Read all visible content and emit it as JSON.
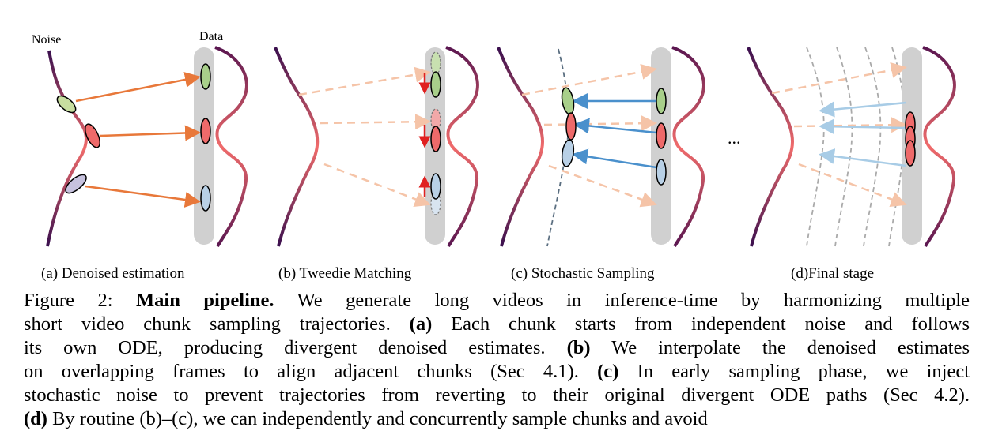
{
  "figure": {
    "noise_label": "Noise",
    "data_label": "Data",
    "ellipsis": "...",
    "panels": [
      {
        "label": "(a) Denoised estimation"
      },
      {
        "label": "(b) Tweedie Matching"
      },
      {
        "label": "(c) Stochastic Sampling"
      },
      {
        "label": "(d)Final stage"
      }
    ]
  },
  "caption": {
    "lead": "Figure 2:",
    "title": "Main pipeline.",
    "lines": [
      "We generate long videos in inference-time by harmonizing multiple",
      "short video chunk sampling trajectories.",
      "(a)",
      "Each chunk starts from independent noise and follows",
      "its own ODE, producing divergent denoised estimates.",
      "(b)",
      "We interpolate the denoised estimates",
      "on overlapping frames to align adjacent chunks (Sec 4.1).",
      "(c)",
      "In early sampling phase, we inject",
      "stochastic noise to prevent trajectories from reverting to their original divergent ODE paths (Sec 4.2).",
      "(d)",
      "By routine (b)–(c), we can independently and concurrently sample chunks and avoid"
    ]
  },
  "colors": {
    "green": "#a8cf8a",
    "red": "#ee6a6a",
    "blue": "#b8d0e6",
    "orange_arrow": "#e8783a",
    "blue_arrow": "#4a90cc",
    "gray_bar": "#d0d0d0"
  }
}
